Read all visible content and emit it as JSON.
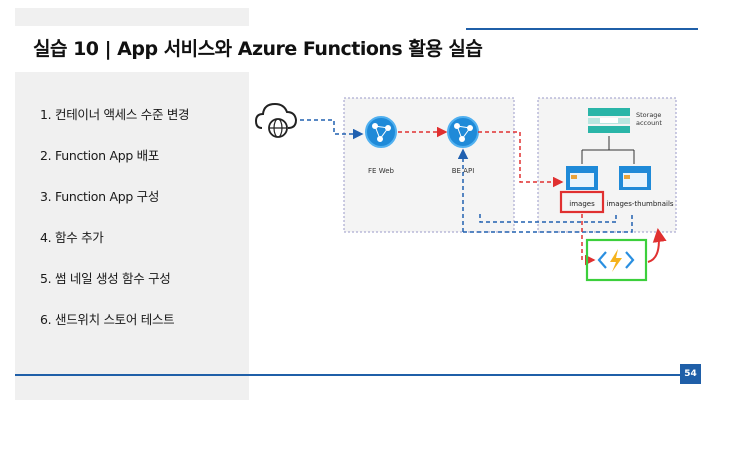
{
  "slide": {
    "title": "실습 10 | App 서비스와 Azure Functions 활용 실습",
    "page_number": "54",
    "accent_color": "#1f5fa8"
  },
  "steps": [
    "1. 컨테이너 액세스 수준 변경",
    "2. Function App 배포",
    "3. Function App 구성",
    "4. 함수 추가",
    "5. 썸 네일 생성 함수 구성",
    "6. 샌드위치 스토어 테스트"
  ],
  "diagram": {
    "fe_label": "FE Web",
    "be_label": "BE API",
    "storage_label_line1": "Storage",
    "storage_label_line2": "account",
    "container1_label": "images",
    "container2_label": "images-thumbnails",
    "icons": [
      "cloud-globe-icon",
      "app-service-icon",
      "storage-account-icon",
      "blob-container-icon",
      "function-icon"
    ],
    "colors": {
      "highlight_red": "#e03030",
      "highlight_green": "#3ccf3c",
      "arrow_blue": "#2060b0",
      "arrow_red": "#e03030",
      "azure_blue": "#1f8ad8"
    }
  }
}
